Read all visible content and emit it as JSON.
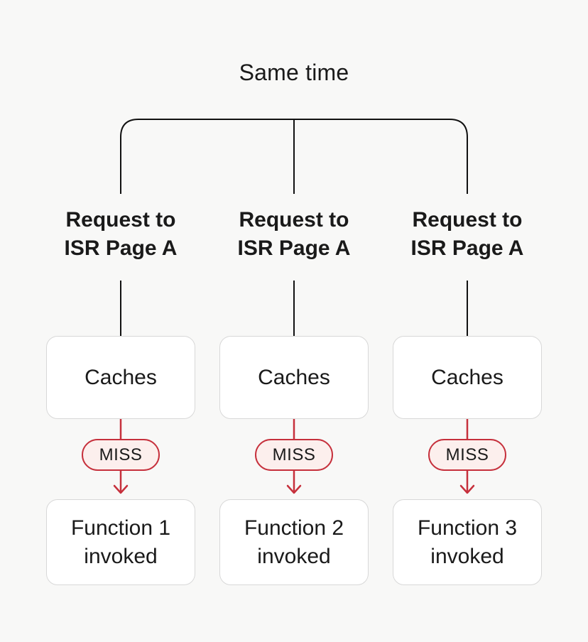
{
  "title": "Same time",
  "colors": {
    "background": "#f8f8f7",
    "box_background": "#ffffff",
    "box_border": "#d8d8d8",
    "text": "#1a1a1a",
    "connector_line": "#111111",
    "accent_red": "#c6303c",
    "miss_pill_background": "#fcefed"
  },
  "columns": [
    {
      "request_label": "Request to\nISR Page A",
      "cache_label": "Caches",
      "miss_label": "MISS",
      "function_label": "Function 1\ninvoked"
    },
    {
      "request_label": "Request to\nISR Page A",
      "cache_label": "Caches",
      "miss_label": "MISS",
      "function_label": "Function 2\ninvoked"
    },
    {
      "request_label": "Request to\nISR Page A",
      "cache_label": "Caches",
      "miss_label": "MISS",
      "function_label": "Function 3\ninvoked"
    }
  ]
}
